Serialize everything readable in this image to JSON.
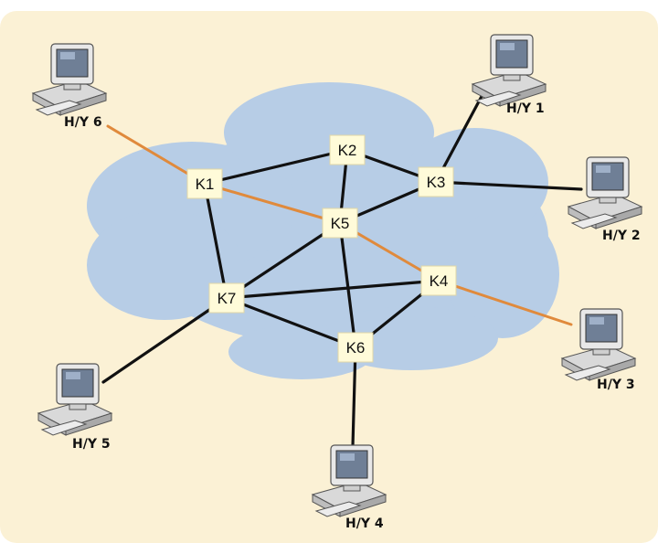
{
  "colors": {
    "background": "#fbf1d5",
    "cloud": "#b7cde6",
    "link": "#111111",
    "path": "#e08a3c",
    "node_fill": "#fffbd9"
  },
  "icons": [
    "computer-icon"
  ],
  "nodes": [
    {
      "id": "K1",
      "label": "K1"
    },
    {
      "id": "K2",
      "label": "K2"
    },
    {
      "id": "K3",
      "label": "K3"
    },
    {
      "id": "K4",
      "label": "K4"
    },
    {
      "id": "K5",
      "label": "K5"
    },
    {
      "id": "K6",
      "label": "K6"
    },
    {
      "id": "K7",
      "label": "K7"
    }
  ],
  "hosts": [
    {
      "id": "H1",
      "label": "H/Y 1",
      "attached_to": "K3"
    },
    {
      "id": "H2",
      "label": "H/Y 2",
      "attached_to": "K3"
    },
    {
      "id": "H3",
      "label": "H/Y 3",
      "attached_to": "K4"
    },
    {
      "id": "H4",
      "label": "H/Y 4",
      "attached_to": "K6"
    },
    {
      "id": "H5",
      "label": "H/Y 5",
      "attached_to": "K7"
    },
    {
      "id": "H6",
      "label": "H/Y 6",
      "attached_to": "K1"
    }
  ],
  "links": [
    {
      "from": "K1",
      "to": "K2",
      "highlight": false
    },
    {
      "from": "K2",
      "to": "K3",
      "highlight": false
    },
    {
      "from": "K2",
      "to": "K5",
      "highlight": false
    },
    {
      "from": "K3",
      "to": "K5",
      "highlight": false
    },
    {
      "from": "K1",
      "to": "K7",
      "highlight": false
    },
    {
      "from": "K7",
      "to": "K5",
      "highlight": false
    },
    {
      "from": "K7",
      "to": "K4",
      "highlight": false
    },
    {
      "from": "K7",
      "to": "K6",
      "highlight": false
    },
    {
      "from": "K5",
      "to": "K6",
      "highlight": false
    },
    {
      "from": "K6",
      "to": "K4",
      "highlight": false
    },
    {
      "from": "K1",
      "to": "K5",
      "highlight": true
    },
    {
      "from": "K5",
      "to": "K4",
      "highlight": true
    },
    {
      "from": "H1",
      "to": "K3",
      "highlight": false
    },
    {
      "from": "H2",
      "to": "K3",
      "highlight": false
    },
    {
      "from": "H3",
      "to": "K4",
      "highlight": true
    },
    {
      "from": "H4",
      "to": "K6",
      "highlight": false
    },
    {
      "from": "H5",
      "to": "K7",
      "highlight": false
    },
    {
      "from": "H6",
      "to": "K1",
      "highlight": true
    }
  ]
}
